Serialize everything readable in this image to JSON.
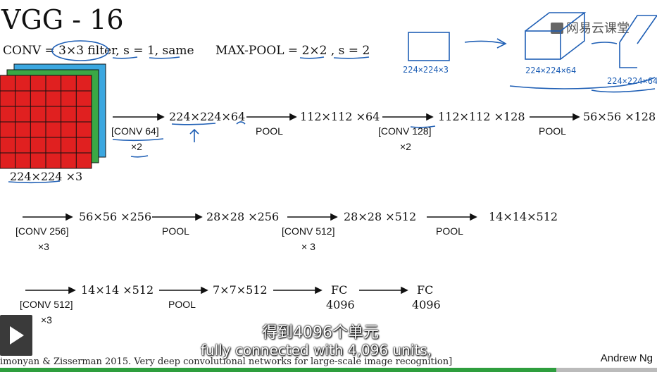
{
  "title": "VGG - 16",
  "conv_spec": "CONV = 3×3 filter, s = 1, same",
  "pool_spec": "MAX-POOL = 2×2 , s = 2",
  "input_volume": "224×224 ×3",
  "row1": {
    "op1": "[CONV 64]",
    "op1_rep": "×2",
    "dim1": "224×224×64",
    "op2": "POOL",
    "dim2": "112×112 ×64",
    "op3": "[CONV 128]",
    "op3_rep": "×2",
    "dim3": "112×112 ×128",
    "op4": "POOL",
    "dim4": "56×56 ×128"
  },
  "row2": {
    "op1": "[CONV 256]",
    "op1_rep": "×3",
    "dim1": "56×56 ×256",
    "op2": "POOL",
    "dim2": "28×28 ×256",
    "op3": "[CONV 512]",
    "op3_rep": "× 3",
    "dim3": "28×28 ×512",
    "op4": "POOL",
    "dim4": "14×14×512"
  },
  "row3": {
    "op1": "[CONV 512]",
    "op1_rep": "×3",
    "dim1": "14×14 ×512",
    "op2": "POOL",
    "dim2": "7×7×512",
    "fc1": "FC",
    "fc1_units": "4096",
    "fc2": "FC",
    "fc2_units": "4096"
  },
  "handwritten": {
    "label1": "224×224×3",
    "label2": "224×224×64",
    "label3": "224×224×64"
  },
  "watermark": "网易云课堂",
  "citation": "imonyan & Zisserman 2015. Very deep convolutional networks for large-scale image recognition]",
  "author": "Andrew Ng",
  "subtitle_cn": "得到4096个单元",
  "subtitle_en": "fully connected with 4,096 units,",
  "colors": {
    "red": "#e02020",
    "green": "#3aa845",
    "blue": "#3ba7e0",
    "ink": "#1f5fb5",
    "progress": "#2e9e3e"
  }
}
